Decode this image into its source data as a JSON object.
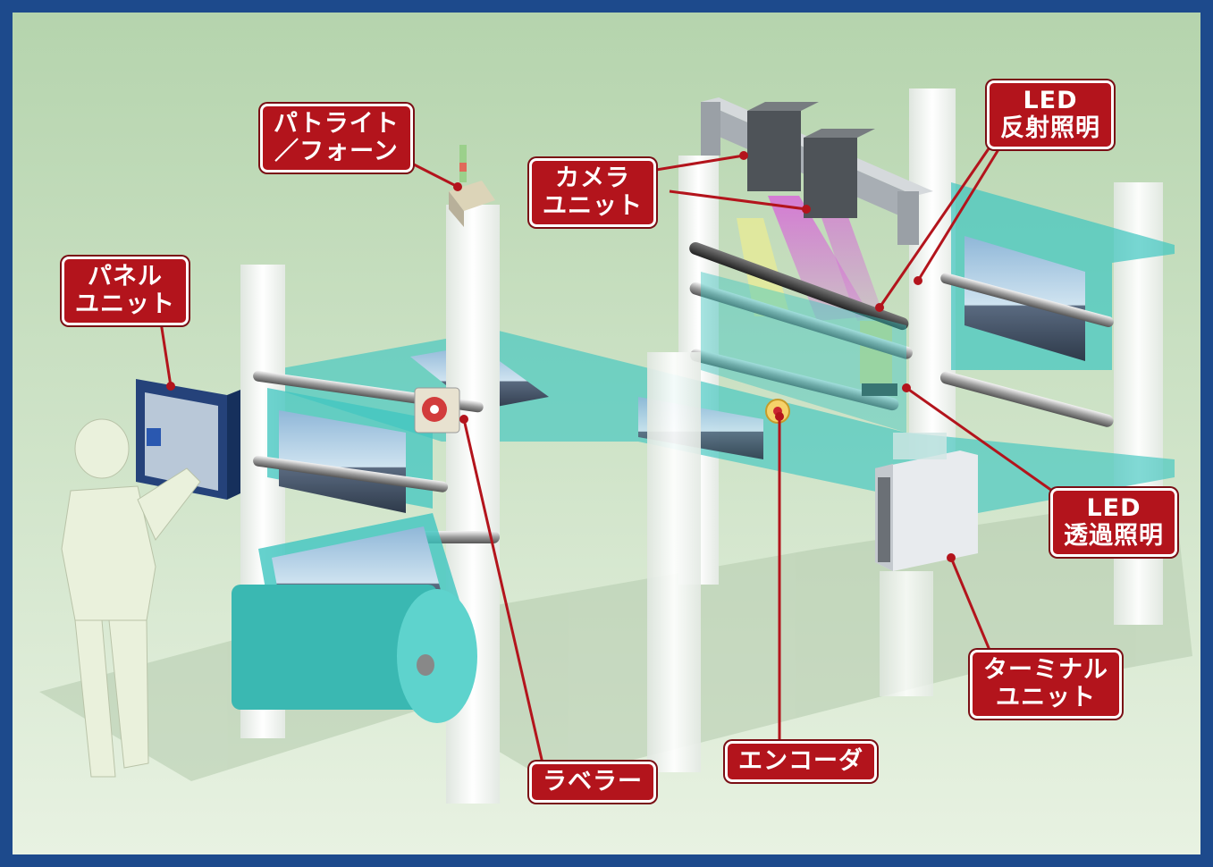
{
  "colors": {
    "border": "#1d4a8c",
    "background_top": "#b8d6b0",
    "background_bottom": "#e6f1e0",
    "label_fill": "#b3141c",
    "label_text": "#ffffff",
    "leader_line": "#b3141c",
    "film": "#3fc6c0",
    "light_beam": "#d86ad8"
  },
  "labels": {
    "patlite": {
      "line1": "パトライト",
      "line2": "／フォーン"
    },
    "camera": {
      "line1": "カメラ",
      "line2": "ユニット"
    },
    "led_reflect": {
      "line1": "LED",
      "line2": "反射照明"
    },
    "panel": {
      "line1": "パネル",
      "line2": "ユニット"
    },
    "led_transmit": {
      "line1": "LED",
      "line2": "透過照明"
    },
    "terminal": {
      "line1": "ターミナル",
      "line2": "ユニット"
    },
    "labeler": {
      "line1": "ラベラー"
    },
    "encoder": {
      "line1": "エンコーダ"
    }
  }
}
